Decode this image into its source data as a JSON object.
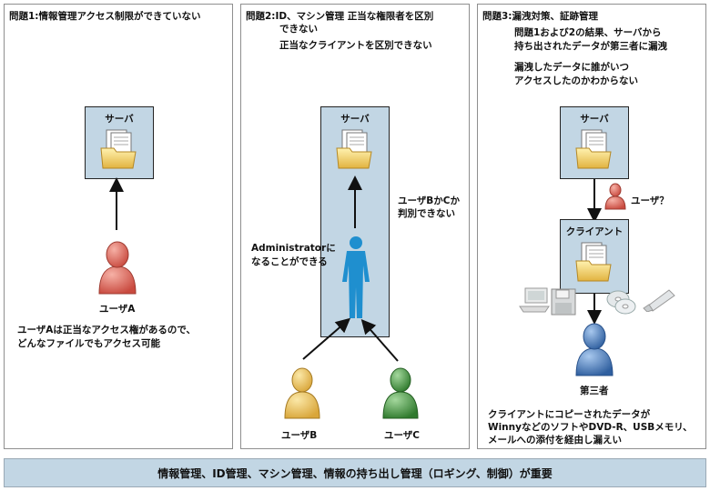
{
  "panel1": {
    "title": "問題1:情報管理アクセス制限ができていない",
    "server_label": "サーバ",
    "user_label": "ユーザA",
    "caption": [
      "ユーザAは正当なアクセス権があるので、",
      "どんなファイルでもアクセス可能"
    ]
  },
  "panel2": {
    "title_lines": [
      "問題2:ID、マシン管理 正当な権限者を区別",
      "できない"
    ],
    "subtitle": "正当なクライアントを区別できない",
    "server_label": "サーバ",
    "admin_note": [
      "Administratorに",
      "なることができる"
    ],
    "identify_note": [
      "ユーザBかCか",
      "判別できない"
    ],
    "user_b_label": "ユーザB",
    "user_c_label": "ユーザC"
  },
  "panel3": {
    "title": "問題3:漏洩対策、証跡管理",
    "note1": [
      "問題1および2の結果、サーバから",
      "持ち出されたデータが第三者に漏洩"
    ],
    "note2": [
      "漏洩したデータに誰がいつ",
      "アクセスしたのかわからない"
    ],
    "server_label": "サーバ",
    "user_question": "ユーザ？",
    "client_label": "クライアント",
    "third_party_label": "第三者",
    "caption": [
      "クライアントにコピーされたデータが",
      "WinnyなどのソフトやDVD-R、USBメモリ、",
      "メールへの添付を経由し漏えい"
    ]
  },
  "footer": {
    "text": "情報管理、ID管理、マシン管理、情報の持ち出し管理（ロギング、制御）が重要"
  },
  "colors": {
    "box_fill": "#c2d6e4",
    "user_a": "#d9675a",
    "user_b": "#e8c66a",
    "user_c": "#4f9a4a",
    "admin": "#1f8fcf",
    "unknown_user": "#cf5a4e",
    "third_party": "#4a84c4"
  }
}
